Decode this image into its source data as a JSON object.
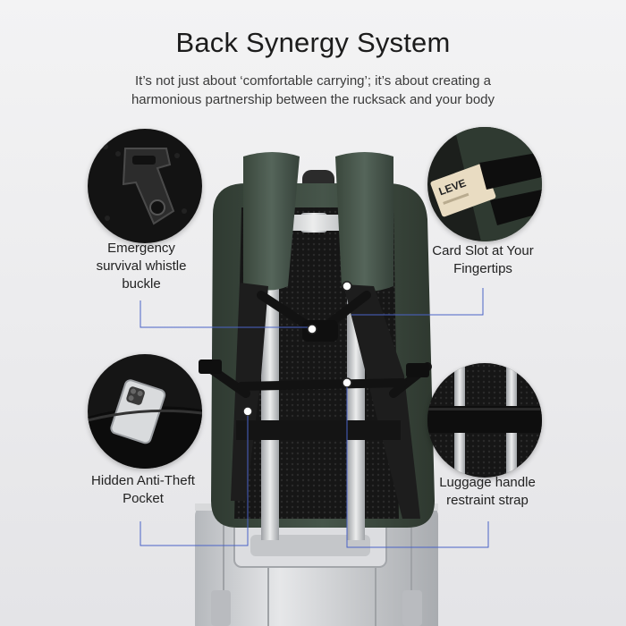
{
  "header": {
    "title": "Back Synergy System",
    "subtitle_line1": "It’s not just about ‘comfortable carrying’; it’s about creating a",
    "subtitle_line2": "harmonious partnership between the rucksack and your body"
  },
  "features": {
    "whistle_buckle": {
      "line1": "Emergency",
      "line2": "survival whistle",
      "line3": "buckle"
    },
    "card_slot": {
      "line1": "Card Slot at Your",
      "line2": "Fingertips",
      "card_text": "LEVE"
    },
    "anti_theft_pocket": {
      "line1": "Hidden Anti-Theft",
      "line2": "Pocket"
    },
    "luggage_strap": {
      "line1": "Luggage handle",
      "line2": "restraint strap"
    }
  },
  "colors": {
    "accent_line": "#4a63c7",
    "backpack_green": "#3c4a3e",
    "strap_black": "#1b1b1b",
    "suitcase_silver": "#c9cbce"
  }
}
